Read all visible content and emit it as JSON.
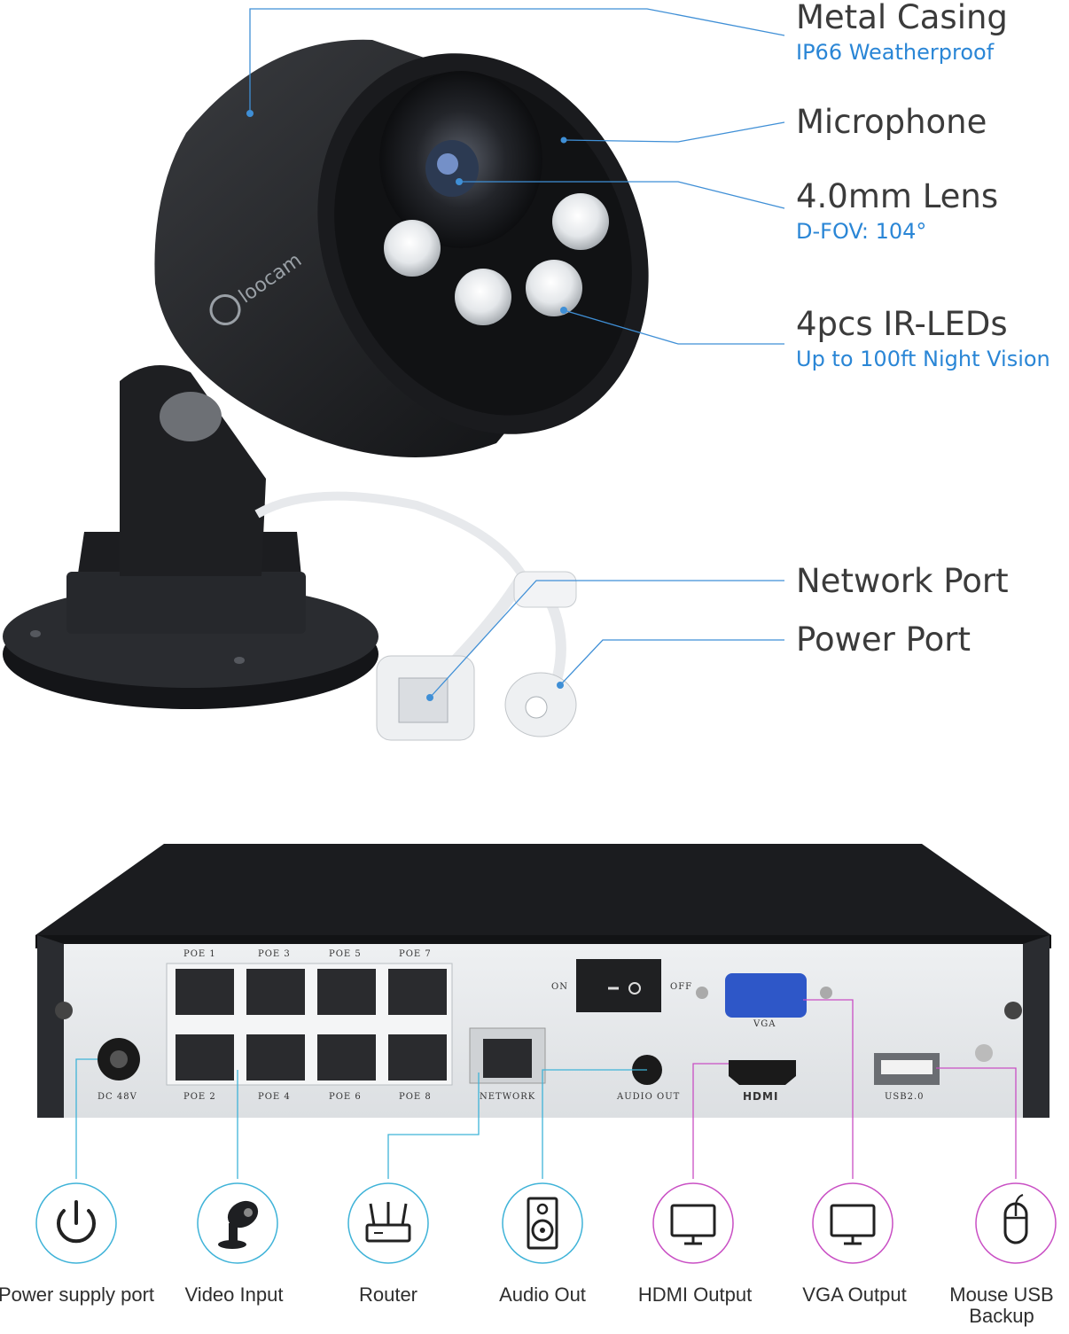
{
  "camera": {
    "brand": "loocam",
    "callouts": [
      {
        "id": "metal-casing",
        "title": "Metal Casing",
        "sub": "IP66 Weatherproof"
      },
      {
        "id": "microphone",
        "title": "Microphone",
        "sub": ""
      },
      {
        "id": "lens",
        "title": "4.0mm Lens",
        "sub": "D-FOV: 104°"
      },
      {
        "id": "ir-leds",
        "title": "4pcs IR-LEDs",
        "sub": "Up to 100ft Night Vision"
      },
      {
        "id": "network-port",
        "title": "Network Port",
        "sub": ""
      },
      {
        "id": "power-port",
        "title": "Power Port",
        "sub": ""
      }
    ]
  },
  "nvr": {
    "ports": {
      "poe_top": [
        "POE 1",
        "POE 3",
        "POE 5",
        "POE 7"
      ],
      "poe_bottom": [
        "POE 2",
        "POE 4",
        "POE 6",
        "POE 8"
      ],
      "dc": "DC 48V",
      "network": "NETWORK",
      "audio_out": "AUDIO OUT",
      "hdmi": "HDMI",
      "on": "ON",
      "off": "OFF",
      "vga": "VGA",
      "usb": "USB2.0"
    }
  },
  "legend": [
    {
      "id": "power",
      "label": "Power supply port",
      "icon": "power-icon",
      "color": "#3fb3d8"
    },
    {
      "id": "video",
      "label": "Video Input",
      "icon": "camera-icon",
      "color": "#3fb3d8"
    },
    {
      "id": "router",
      "label": "Router",
      "icon": "router-icon",
      "color": "#3fb3d8"
    },
    {
      "id": "audio",
      "label": "Audio Out",
      "icon": "speaker-icon",
      "color": "#3fb3d8"
    },
    {
      "id": "hdmi",
      "label": "HDMI Output",
      "icon": "monitor-icon",
      "color": "#c94fc4"
    },
    {
      "id": "vga",
      "label": "VGA Output",
      "icon": "monitor-icon",
      "color": "#c94fc4"
    },
    {
      "id": "usb",
      "label": "Mouse USB Backup",
      "icon": "mouse-icon",
      "color": "#c94fc4"
    }
  ],
  "colors": {
    "accent_blue": "#2a86d6",
    "line_blue": "#3f8fd6",
    "cyan": "#3fb3d8",
    "magenta": "#c94fc4"
  }
}
